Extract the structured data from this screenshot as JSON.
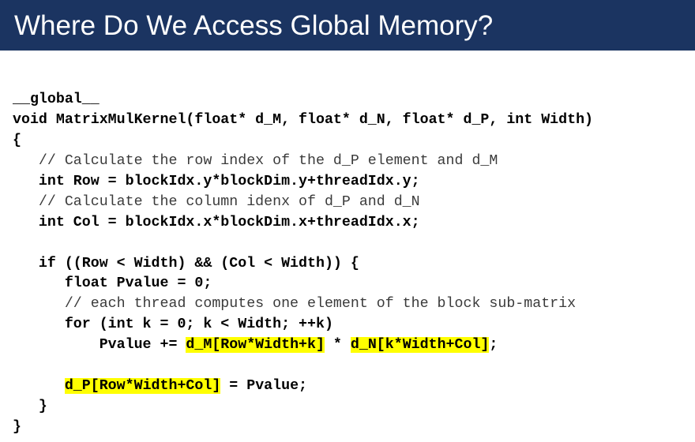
{
  "slide": {
    "title": "Where Do We Access Global Memory?"
  },
  "colors": {
    "title_bar": "#1b3461",
    "highlight": "#ffff00"
  },
  "code": {
    "lines": [
      [
        {
          "t": "__global__",
          "s": "kw"
        }
      ],
      [
        {
          "t": "void MatrixMulKernel(float* d_M, float* d_N, float* d_P, int Width)",
          "s": "kw"
        }
      ],
      [
        {
          "t": "{",
          "s": "kw"
        }
      ],
      [
        {
          "t": "   // Calculate the row index of the d_P element and d_M",
          "s": "comment"
        }
      ],
      [
        {
          "t": "   int Row = blockIdx.y*blockDim.y+threadIdx.y;",
          "s": "kw"
        }
      ],
      [
        {
          "t": "   // Calculate the column idenx of d_P and d_N",
          "s": "comment"
        }
      ],
      [
        {
          "t": "   int Col = blockIdx.x*blockDim.x+threadIdx.x;",
          "s": "kw"
        }
      ],
      [],
      [
        {
          "t": "   if ((Row < Width) && (Col < Width)) {",
          "s": "kw"
        }
      ],
      [
        {
          "t": "      float Pvalue = 0;",
          "s": "kw"
        }
      ],
      [
        {
          "t": "      // each thread computes one element of the block sub-matrix",
          "s": "comment"
        }
      ],
      [
        {
          "t": "      for (int k = 0; k < Width; ++k)",
          "s": "kw"
        }
      ],
      [
        {
          "t": "          Pvalue += ",
          "s": "kw"
        },
        {
          "t": "d_M[Row*Width+k]",
          "s": "hl"
        },
        {
          "t": " * ",
          "s": "kw"
        },
        {
          "t": "d_N[k*Width+Col]",
          "s": "hl"
        },
        {
          "t": ";",
          "s": "kw"
        }
      ],
      [],
      [
        {
          "t": "      ",
          "s": "kw"
        },
        {
          "t": "d_P[Row*Width+Col]",
          "s": "hl"
        },
        {
          "t": " = Pvalue;",
          "s": "kw"
        }
      ],
      [
        {
          "t": "   }",
          "s": "kw"
        }
      ],
      [
        {
          "t": "}",
          "s": "kw"
        }
      ]
    ]
  }
}
